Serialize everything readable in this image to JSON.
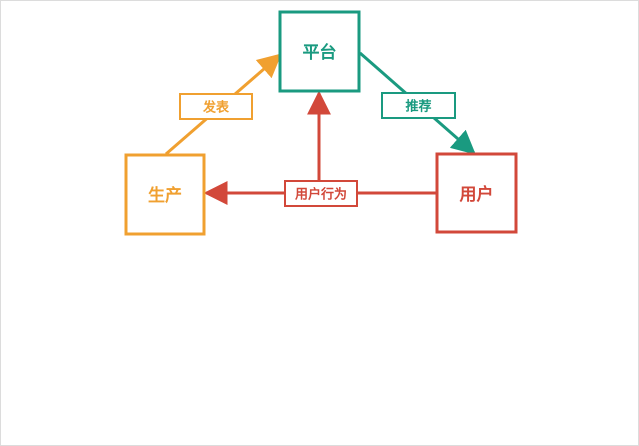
{
  "nodes": {
    "platform": {
      "label": "平台",
      "color": "#1a9a80"
    },
    "producer": {
      "label": "生产",
      "color": "#f0a030"
    },
    "user": {
      "label": "用户",
      "color": "#d2483a"
    }
  },
  "edges": {
    "publish": {
      "label": "发表",
      "color": "#f0a030"
    },
    "recommend": {
      "label": "推荐",
      "color": "#1a9a80"
    },
    "user_behavior": {
      "label": "用户行为",
      "color": "#d2483a"
    }
  }
}
